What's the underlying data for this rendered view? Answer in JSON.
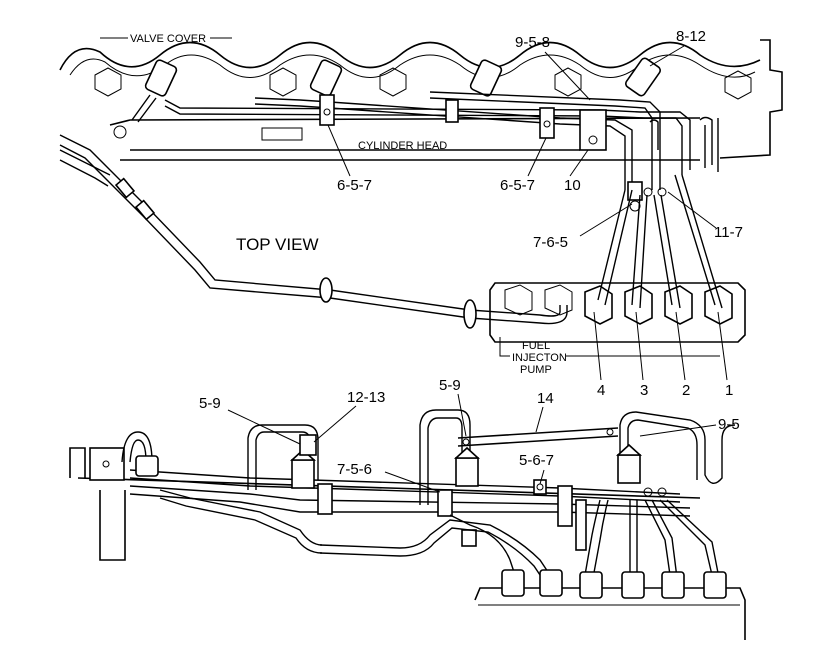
{
  "diagram": {
    "top_view_title": "TOP VIEW",
    "labels": {
      "valve_cover": "VALVE COVER",
      "cylinder_head": "CYLINDER HEAD",
      "fuel_pump_line1": "FUEL",
      "fuel_pump_line2": "INJECTON",
      "fuel_pump_line3": "PUMP"
    },
    "callouts_top": {
      "c_9_5_8": "9-5-8",
      "c_8_12": "8-12",
      "c_6_5_7_left": "6-5-7",
      "c_6_5_7_mid": "6-5-7",
      "c_10": "10",
      "c_7_6_5": "7-6-5",
      "c_11_7": "11-7",
      "c_4": "4",
      "c_3": "3",
      "c_2": "2",
      "c_1": "1"
    },
    "callouts_bottom": {
      "c_5_9_left": "5-9",
      "c_12_13": "12-13",
      "c_5_9_mid": "5-9",
      "c_14": "14",
      "c_9_5": "9-5",
      "c_7_5_6": "7-5-6",
      "c_5_6_7": "5-6-7"
    }
  }
}
